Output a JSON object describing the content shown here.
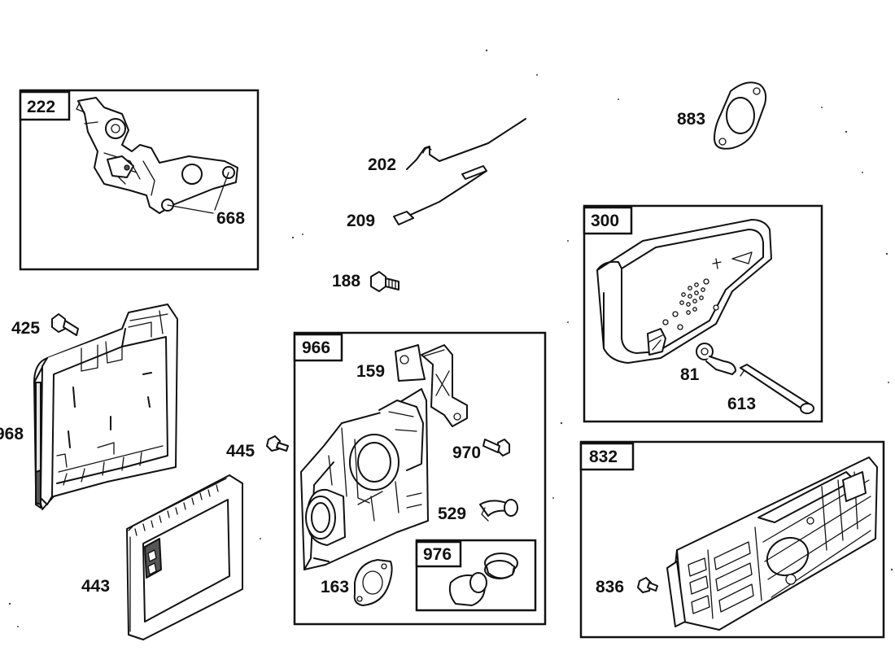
{
  "groups": [
    {
      "id": "g222",
      "label": "222"
    },
    {
      "id": "g300",
      "label": "300"
    },
    {
      "id": "g966",
      "label": "966"
    },
    {
      "id": "g976",
      "label": "976"
    },
    {
      "id": "g832",
      "label": "832"
    }
  ],
  "callouts": [
    {
      "id": "p668",
      "label": "668"
    },
    {
      "id": "p202",
      "label": "202"
    },
    {
      "id": "p209",
      "label": "209"
    },
    {
      "id": "p188",
      "label": "188"
    },
    {
      "id": "p883",
      "label": "883"
    },
    {
      "id": "p425",
      "label": "425"
    },
    {
      "id": "p968",
      "label": "968"
    },
    {
      "id": "p443",
      "label": "443"
    },
    {
      "id": "p445",
      "label": "445"
    },
    {
      "id": "p159",
      "label": "159"
    },
    {
      "id": "p970",
      "label": "970"
    },
    {
      "id": "p529",
      "label": "529"
    },
    {
      "id": "p163",
      "label": "163"
    },
    {
      "id": "p81",
      "label": "81"
    },
    {
      "id": "p613",
      "label": "613"
    },
    {
      "id": "p836",
      "label": "836"
    }
  ]
}
